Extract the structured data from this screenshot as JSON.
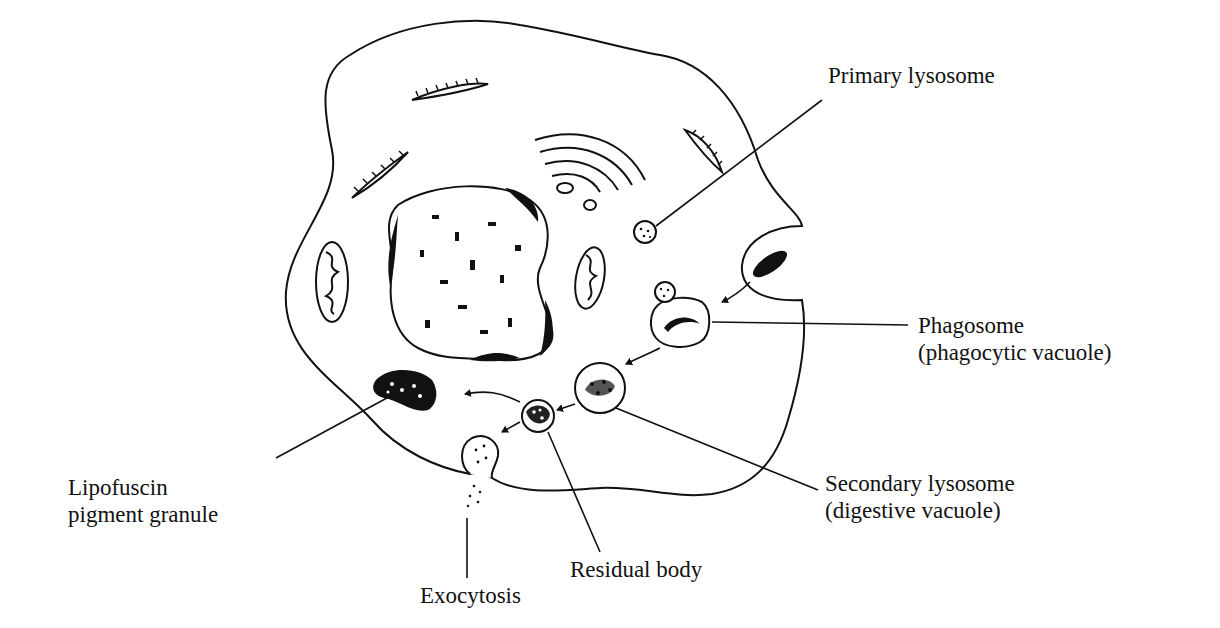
{
  "diagram": {
    "labels": [
      "Primary lysosome",
      "Phagosome (phagocytic vacuole)",
      "Secondary lysosome (digestive vacuole)",
      "Lipofuscin pigment granule",
      "Residual body",
      "Exocytosis"
    ]
  }
}
